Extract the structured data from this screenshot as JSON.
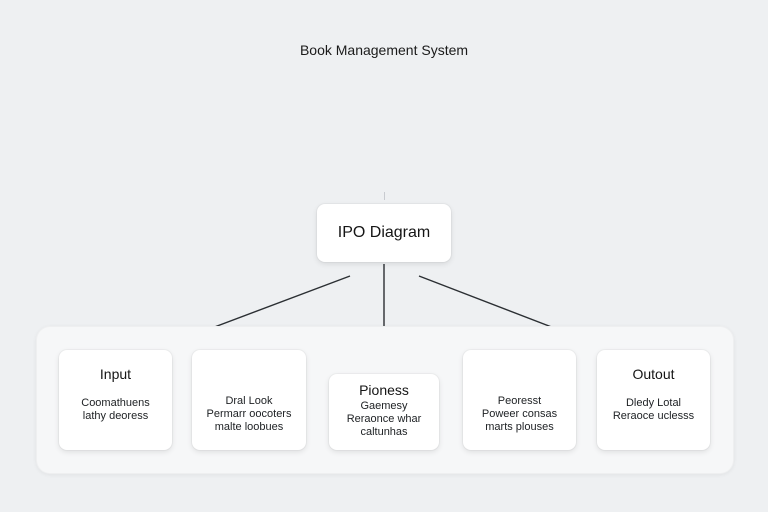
{
  "title": "Book Management System",
  "diagram": {
    "root": {
      "label": "IPO Diagram"
    },
    "input": {
      "heading": "Input",
      "cards": [
        {
          "lines": [
            "Coomathuens",
            "lathy deoress"
          ]
        },
        {
          "lines": [
            "Dral Look",
            "Permarr oocoters",
            "malte loobues"
          ]
        }
      ]
    },
    "process": {
      "heading": "Pioness",
      "lines": [
        "Gaemesy",
        "Reraonce whar",
        "caltunhas"
      ]
    },
    "output": {
      "heading": "Outout",
      "cards": [
        {
          "lines": [
            "Peoresst",
            "Poweer consas",
            "marts plouses"
          ]
        },
        {
          "lines": [
            "Dledy Lotal",
            "Reraoce uclesss"
          ]
        }
      ]
    }
  },
  "colors": {
    "background": "#eef0f2",
    "card": "#ffffff",
    "panel": "#f6f7f8",
    "edge": "#2b2f33"
  }
}
